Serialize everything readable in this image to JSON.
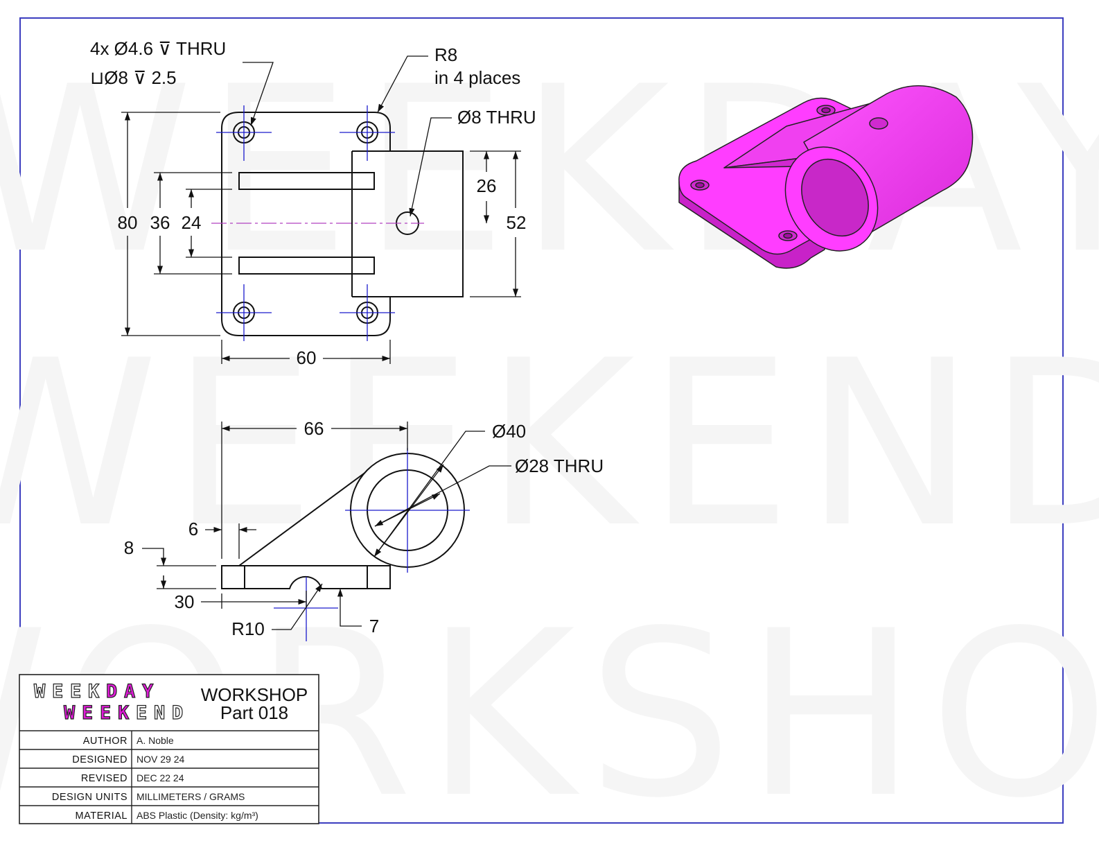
{
  "watermark": {
    "line1": "WEEKDAY",
    "line2": "WEEKEND",
    "line3": "WORKSHOP"
  },
  "colors": {
    "border": "#3b3dbf",
    "centerline": "#1a1acc",
    "model": "#ff3dff",
    "logo_accent": "#e01bd8"
  },
  "callouts": {
    "hole_spec": "4x Ø4.6 ⊽ THRU",
    "cbore_spec": "⊔Ø8 ⊽ 2.5",
    "fillet_radius": "R8",
    "fillet_count": "in 4 places",
    "center_hole": "Ø8 THRU",
    "boss_dia": "Ø40",
    "bore_dia": "Ø28 THRU",
    "bottom_radius": "R10"
  },
  "dimensions": {
    "height_overall": "80",
    "slot_outer": "36",
    "slot_inner": "24",
    "width": "60",
    "block_offset": "26",
    "block_height": "52",
    "length": "66",
    "rib_offset": "6",
    "base_thickness": "8",
    "cut_position": "30",
    "cut_depth": "7"
  },
  "title_block": {
    "logo_line1": [
      "W",
      "E",
      "E",
      "K",
      "D",
      "A",
      "Y"
    ],
    "logo_line2": [
      "W",
      "E",
      "E",
      "K",
      "E",
      "N",
      "D"
    ],
    "title": "WORKSHOP",
    "part": "Part 018",
    "rows": [
      {
        "label": "AUTHOR",
        "value": "A. Noble"
      },
      {
        "label": "DESIGNED",
        "value": "NOV 29 24"
      },
      {
        "label": "REVISED",
        "value": "DEC 22 24"
      },
      {
        "label": "DESIGN UNITS",
        "value": "MILLIMETERS / GRAMS"
      },
      {
        "label": "MATERIAL",
        "value": "ABS Plastic (Density: kg/m³)"
      }
    ]
  }
}
